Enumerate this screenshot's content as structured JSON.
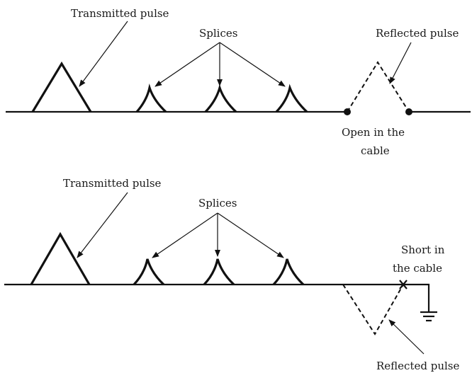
{
  "diagrams": [
    {
      "id": "open",
      "transmitted_label": "Transmitted pulse",
      "splices_label": "Splices",
      "reflected_label": "Reflected pulse",
      "fault_label_line1": "Open in the",
      "fault_label_line2": "cable"
    },
    {
      "id": "short",
      "transmitted_label": "Transmitted pulse",
      "splices_label": "Splices",
      "reflected_label": "Reflected pulse",
      "fault_label_line1": "Short in",
      "fault_label_line2": "the cable"
    }
  ]
}
